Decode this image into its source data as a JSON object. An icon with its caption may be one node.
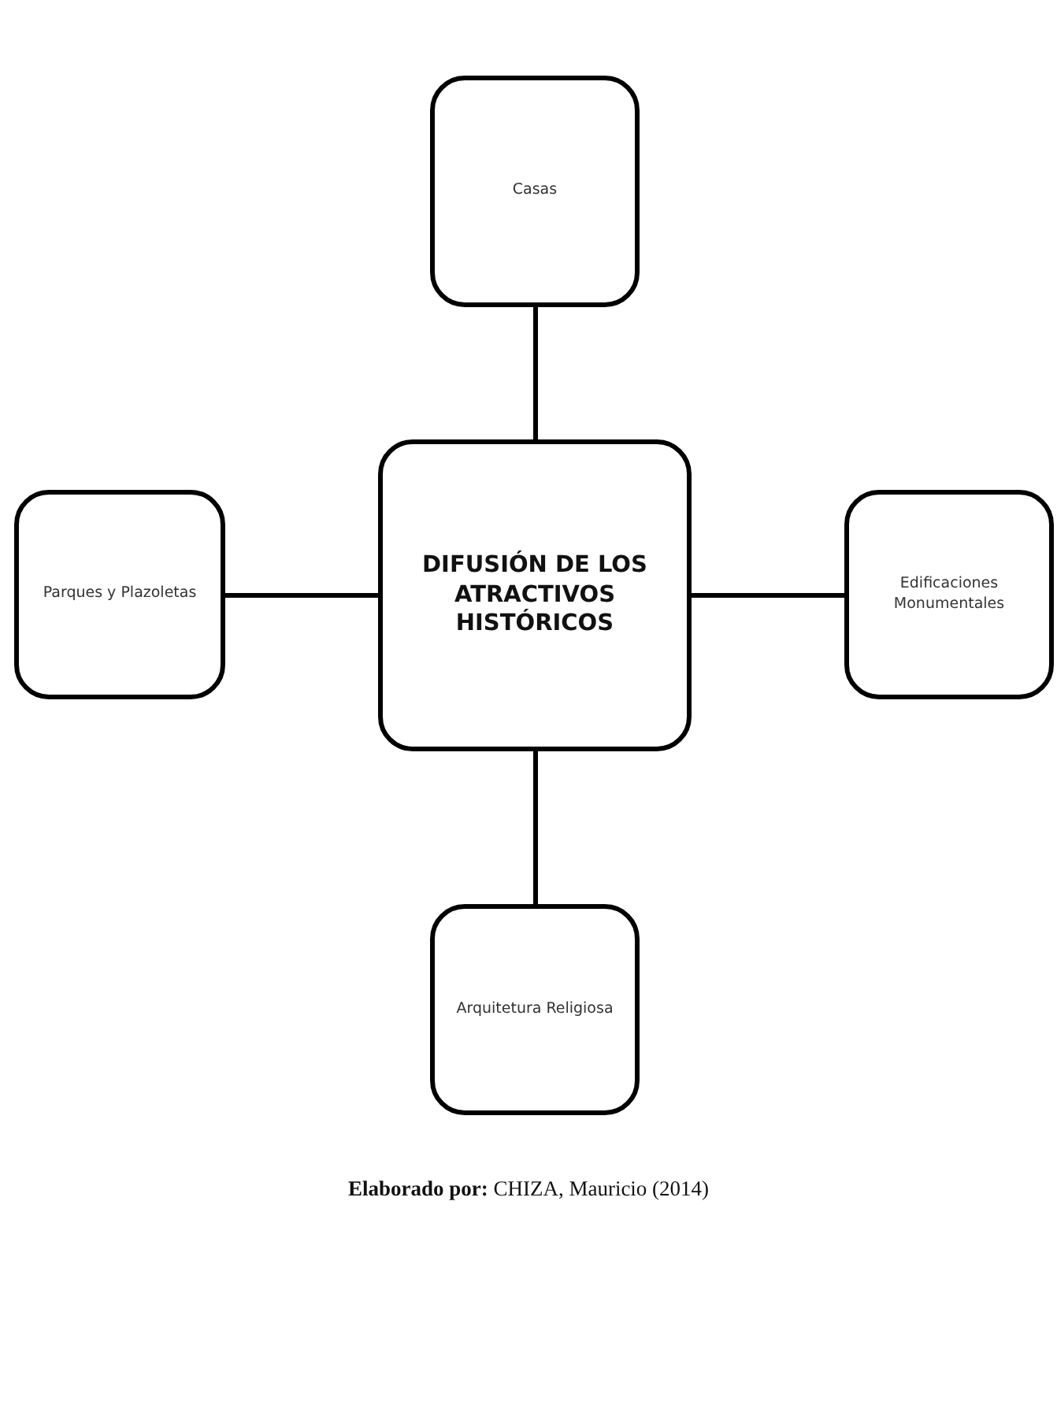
{
  "diagram": {
    "caption": "**Elaborado por:** CHIZA, Mauricio (2014)",
    "nodes": [
      {
        "text": [
          "Casas"
        ]
      },
      {
        "text": [
          "Parques y Plazoletas"
        ]
      },
      {
        "text": [
          "DIFUSIÓN DE LOS ATRACTIVOS HISTÓRICOS"
        ]
      },
      {
        "text": [
          "Edificaciones Monumentales"
        ]
      },
      {
        "text": [
          "Arquitetura Religiosa"
        ]
      }
    ],
    "edges": [
      {
        "from": 2,
        "to": 0,
        "arrow": "none"
      },
      {
        "from": 2,
        "to": 1,
        "arrow": "none"
      },
      {
        "from": 2,
        "to": 3,
        "arrow": "none"
      },
      {
        "from": 2,
        "to": 4,
        "arrow": "none"
      }
    ]
  }
}
